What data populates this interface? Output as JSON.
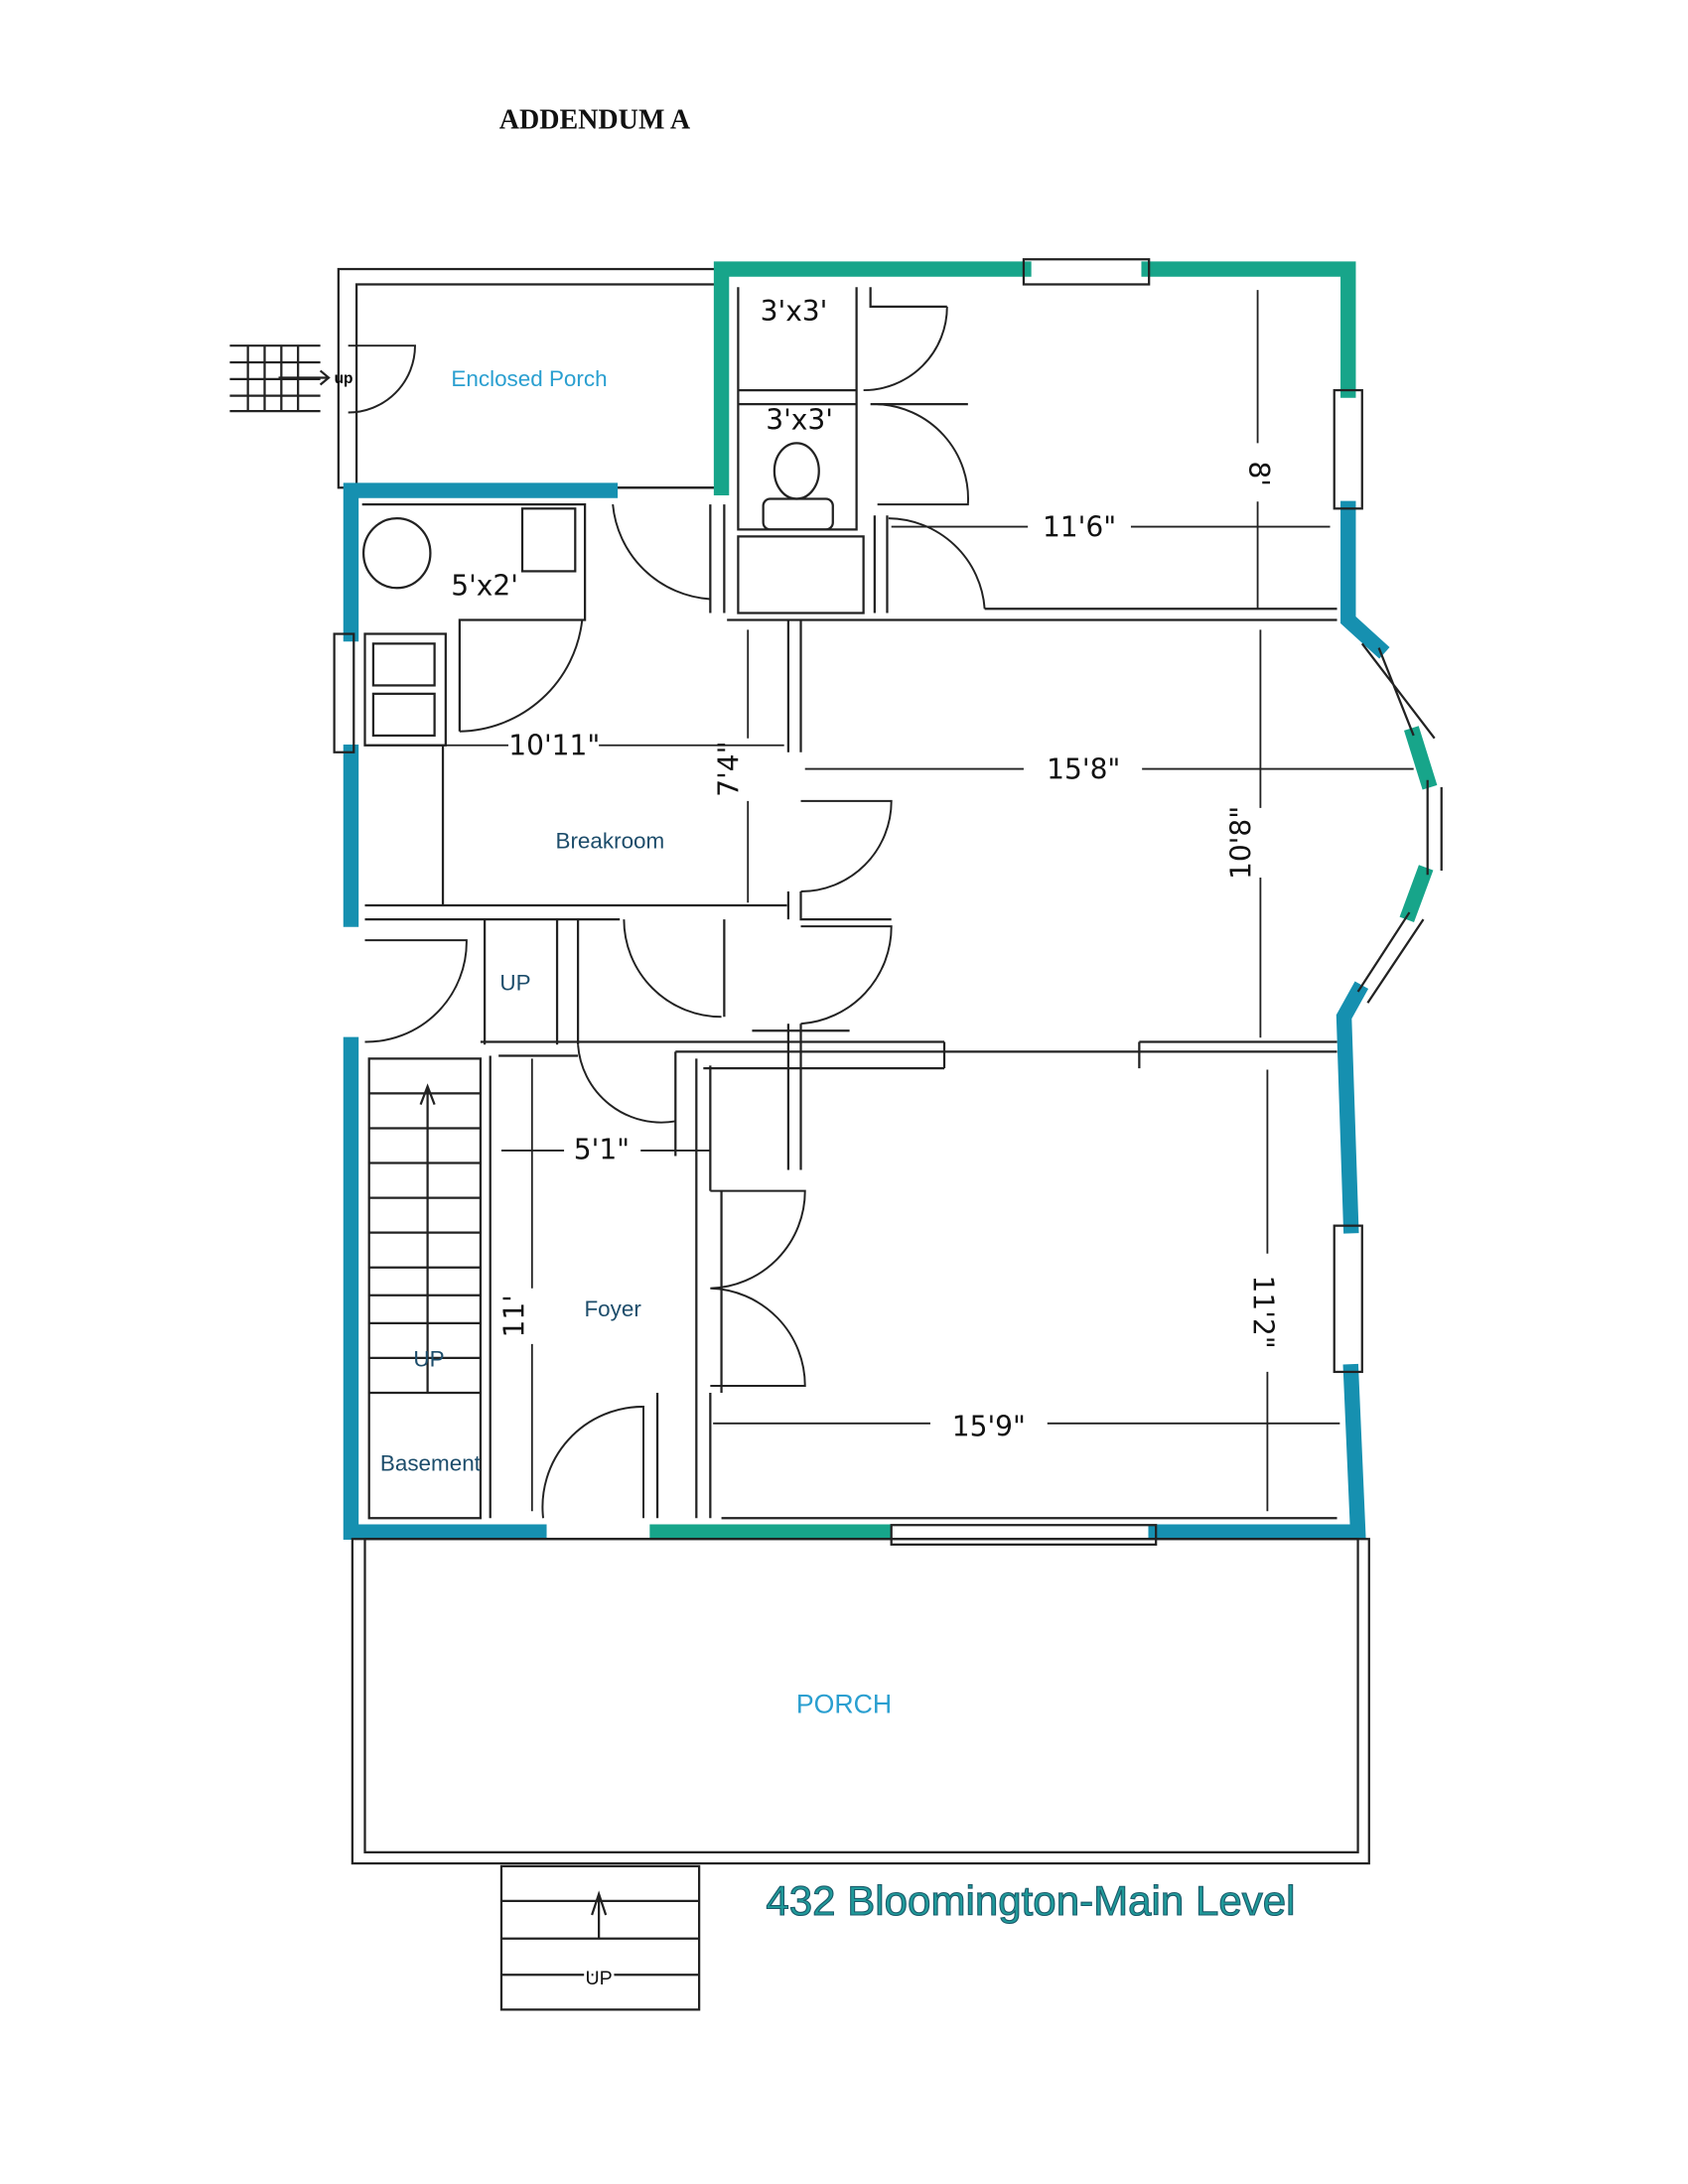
{
  "header": {
    "title": "ADDENDUM A"
  },
  "rooms": {
    "enclosed_porch": "Enclosed Porch",
    "breakroom": "Breakroom",
    "foyer": "Foyer",
    "basement": "Basement",
    "porch": "PORCH"
  },
  "stair_labels": {
    "back_up": "up",
    "inner_up": "UP",
    "basement_up": "UP",
    "front_up": "UP"
  },
  "dimensions": {
    "closet1": "3'x3'",
    "closet2": "3'x3'",
    "bath": "5'x2'",
    "room_ne_width": "11'6\"",
    "room_ne_depth": "8'",
    "breakroom_width": "10'11\"",
    "breakroom_depth": "7'4\"",
    "room_mid_width": "15'8\"",
    "room_mid_depth": "10'8\"",
    "foyer_width": "5'1\"",
    "foyer_depth": "11'",
    "room_front_depth": "11'2\"",
    "room_front_width": "15'9\""
  },
  "footer": {
    "caption": "432 Bloomington-Main Level"
  },
  "colors": {
    "wall_blue": "#1690b0",
    "wall_green": "#17a58a",
    "label_blue": "#2a9fd0"
  }
}
